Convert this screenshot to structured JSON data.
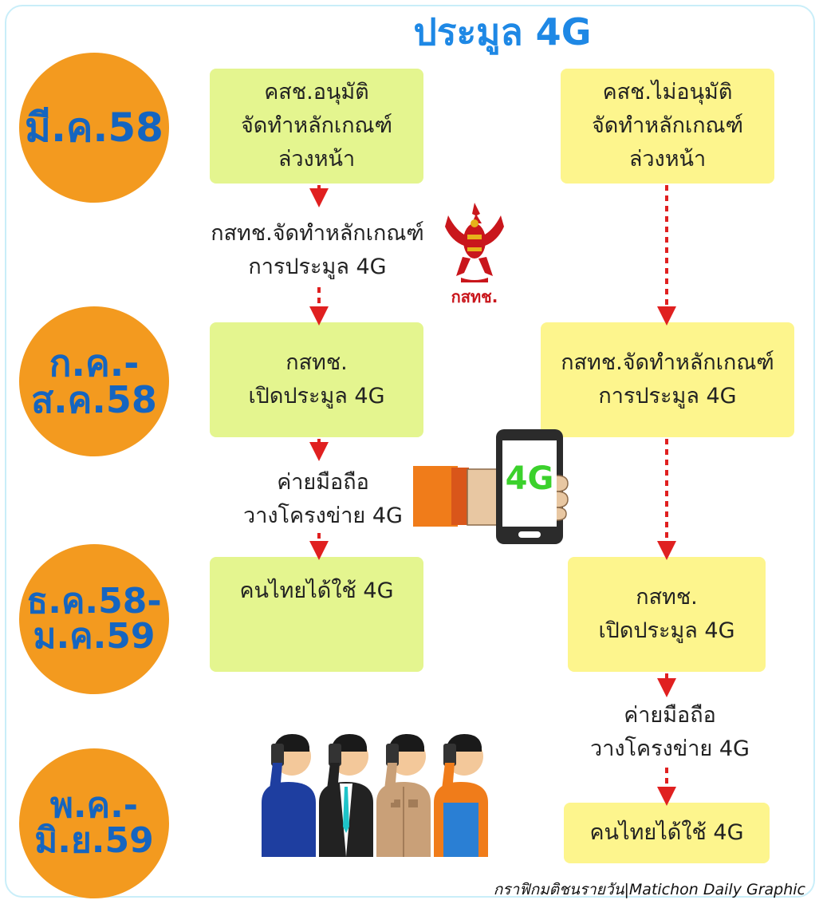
{
  "title": "ประมูล 4G",
  "timeline": [
    {
      "label": "มี.ค.58"
    },
    {
      "label": "ก.ค.-\nส.ค.58"
    },
    {
      "label": "ธ.ค.58-\nม.ค.59"
    },
    {
      "label": "พ.ค.-\nมิ.ย.59"
    }
  ],
  "left_path": {
    "box1": "คสช.อนุมัติ\nจัดทำหลักเกณฑ์\nล่วงหน้า",
    "step1": "กสทช.จัดทำหลักเกณฑ์\nการประมูล 4G",
    "box2": "กสทช.\nเปิดประมูล 4G",
    "step2": "ค่ายมือถือ\nวางโครงข่าย 4G",
    "box3": "คนไทยได้ใช้ 4G"
  },
  "right_path": {
    "box1": "คสช.ไม่อนุมัติ\nจัดทำหลักเกณฑ์\nล่วงหน้า",
    "box2": "กสทช.จัดทำหลักเกณฑ์\nการประมูล 4G",
    "box3": "กสทช.\nเปิดประมูล 4G",
    "step1": "ค่ายมือถือ\nวางโครงข่าย 4G",
    "box4": "คนไทยได้ใช้ 4G"
  },
  "emblem": {
    "text": "กสทช."
  },
  "phone": {
    "screen_text": "4G"
  },
  "credit": "กราฟิกมติชนรายวัน|Matichon Daily Graphic",
  "colors": {
    "title": "#1e88e5",
    "circle": "#f39a1f",
    "green_box": "#e4f58f",
    "yellow_box": "#fdf58d",
    "arrow": "#e02020"
  }
}
